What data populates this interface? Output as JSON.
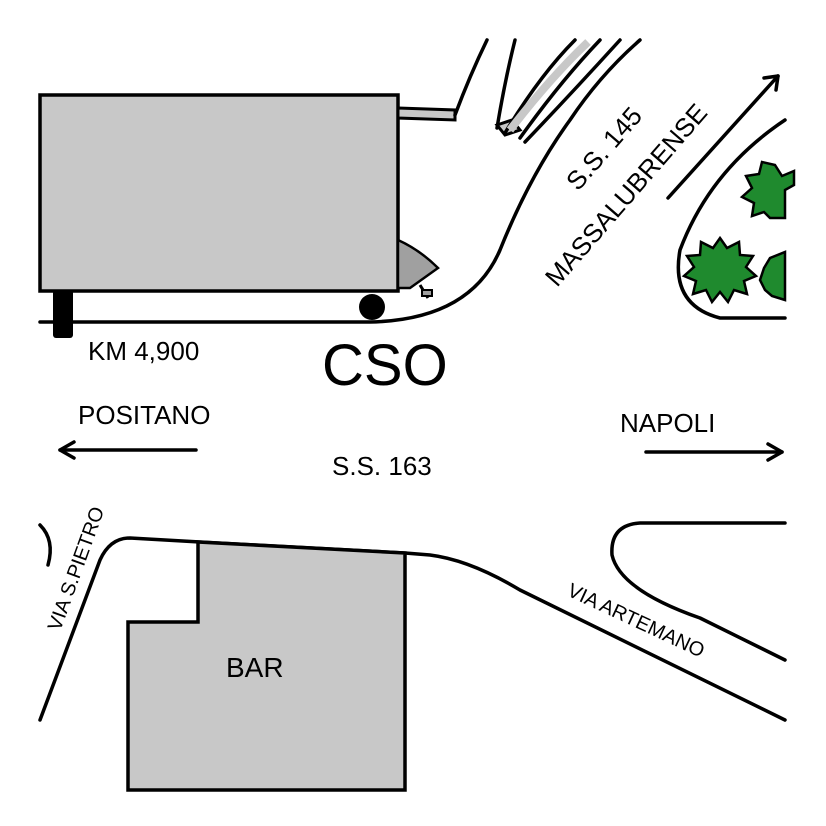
{
  "map": {
    "site": "CSO",
    "km_marker": "KM 4,900",
    "main_road": "S.S. 163",
    "branch_road": "S.S. 145",
    "branch_direction": "MASSALUBRENSE",
    "west_direction": "POSITANO",
    "east_direction": "NAPOLI",
    "side_street_left": "VIA S.PIETRO",
    "side_street_right": "VIA ARTEMANO",
    "bar_label": "BAR"
  },
  "colors": {
    "building_fill": "#c8c8c8",
    "tree_fill": "#1f8a2e",
    "line": "#000000"
  },
  "icons": {
    "site_marker": "location-dot-icon",
    "vehicle": "vehicle-icon",
    "trees": "tree-icon"
  }
}
